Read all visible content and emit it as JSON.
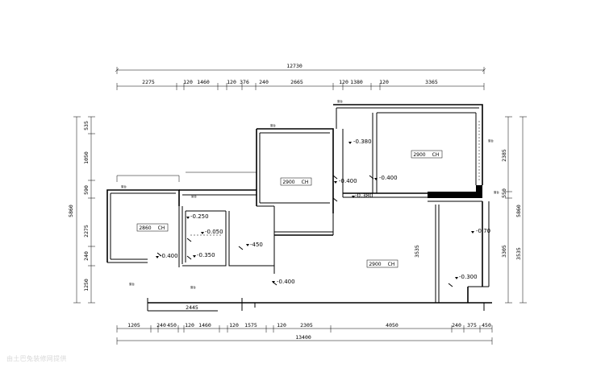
{
  "dimensions": {
    "top_total": "12730",
    "top_segments": [
      "2275",
      "120",
      "1460",
      "120",
      "376",
      "240",
      "2665",
      "120",
      "1380",
      "120",
      "3365"
    ],
    "bottom_total": "13400",
    "bottom_segments": [
      "1205",
      "240",
      "450",
      "120",
      "1460",
      "120",
      "1575",
      "120",
      "2305",
      "4050",
      "240",
      "375",
      "450"
    ],
    "bottom_inner": "2445",
    "left_total": "5860",
    "left_segments": [
      "535",
      "1050",
      "590",
      "2275",
      "240",
      "1250"
    ],
    "right_total": "5860",
    "right_segments": [
      "3305",
      "2385",
      "550",
      "3535"
    ]
  },
  "ceilings": [
    {
      "label": "2900",
      "unit": "CH"
    },
    {
      "label": "2900",
      "unit": "CH"
    },
    {
      "label": "2860",
      "unit": "CH"
    },
    {
      "label": "2900",
      "unit": "CH"
    }
  ],
  "levels": [
    "-0.380",
    "-0.400",
    "-0.380",
    "-0.400",
    "-0.250",
    "-0.050",
    "-0.350",
    "-0.400",
    "-450",
    "-0.400",
    "-0.70",
    "-0.300"
  ],
  "notes": [
    "窗台",
    "窗台",
    "窗台",
    "窗台",
    "窗台",
    "窗台",
    "窗台",
    "窗台"
  ],
  "watermark": "由土巴兔装修网提供"
}
